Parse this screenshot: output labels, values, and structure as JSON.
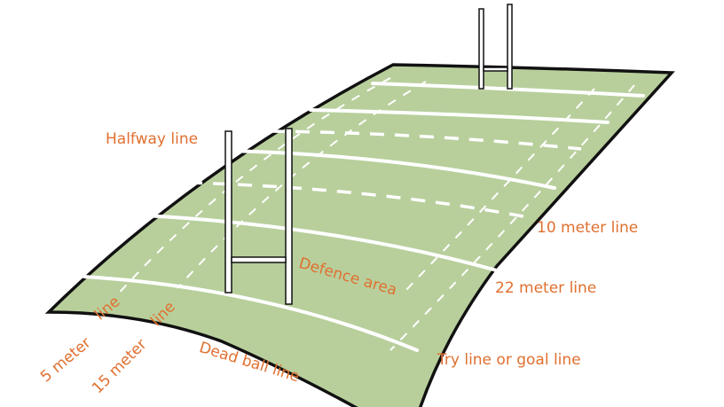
{
  "title": "Rugby field diagram",
  "colors": {
    "field": "#b8cf9c",
    "label": "#e07030",
    "line": "#ffffff",
    "outline": "#111111"
  },
  "labels": {
    "halfway": "Halfway line",
    "ten_meter": "10 meter line",
    "twenty_two_meter": "22 meter line",
    "defence_area": "Defence area",
    "try_line": "Try line or goal line",
    "dead_ball": "Dead ball line",
    "five_meter_a": "5 meter",
    "five_meter_b": "line",
    "fifteen_meter_a": "15 meter",
    "fifteen_meter_b": "line"
  }
}
